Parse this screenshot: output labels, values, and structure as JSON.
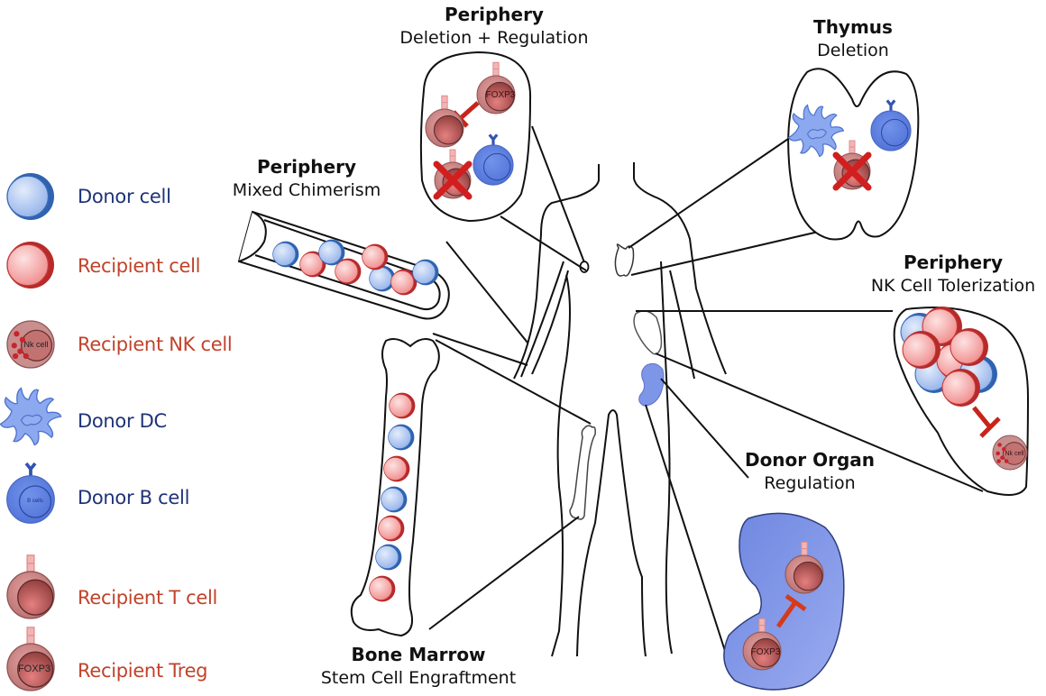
{
  "legend": [
    {
      "label": "Donor cell",
      "type": "donor",
      "icon": "donor-cell-icon"
    },
    {
      "label": "Recipient cell",
      "type": "recipient",
      "icon": "recipient-cell-icon"
    },
    {
      "label": "Recipient NK cell",
      "type": "recipient",
      "icon": "nk-cell-icon",
      "inner_text": "Nk cell"
    },
    {
      "label": "Donor DC",
      "type": "donor",
      "icon": "dendritic-cell-icon"
    },
    {
      "label": "Donor B cell",
      "type": "donor",
      "icon": "b-cell-icon",
      "inner_text": "B cells"
    },
    {
      "label": "Recipient T cell",
      "type": "recipient",
      "icon": "t-cell-icon"
    },
    {
      "label": "Recipient Treg",
      "type": "recipient",
      "icon": "treg-icon",
      "inner_text": "FOXP3"
    }
  ],
  "panels": {
    "periphery_regulation": {
      "title": "Periphery",
      "subtitle": "Deletion + Regulation"
    },
    "thymus": {
      "title": "Thymus",
      "subtitle": "Deletion"
    },
    "mixed_chimerism": {
      "title": "Periphery",
      "subtitle": "Mixed Chimerism"
    },
    "nk_tolerization": {
      "title": "Periphery",
      "subtitle": "NK Cell Tolerization"
    },
    "donor_organ": {
      "title": "Donor Organ",
      "subtitle": "Regulation"
    },
    "bone_marrow": {
      "title": "Bone Marrow",
      "subtitle": "Stem Cell Engraftment"
    }
  },
  "cell_labels": {
    "foxp3": "FOXP3",
    "nk": "Nk cell",
    "b": "B cells"
  },
  "colors": {
    "donor_text": "#1f3377",
    "recipient_text": "#c0432a",
    "donor_fill": "#a9c2ef",
    "donor_rim": "#2f63b0",
    "recipient_fill": "#f5a6a6",
    "recipient_rim": "#b82a2a",
    "b_cell": "#5b7fe0",
    "organ_fill": "#7e96e8",
    "inhibit": "#c8241a"
  }
}
